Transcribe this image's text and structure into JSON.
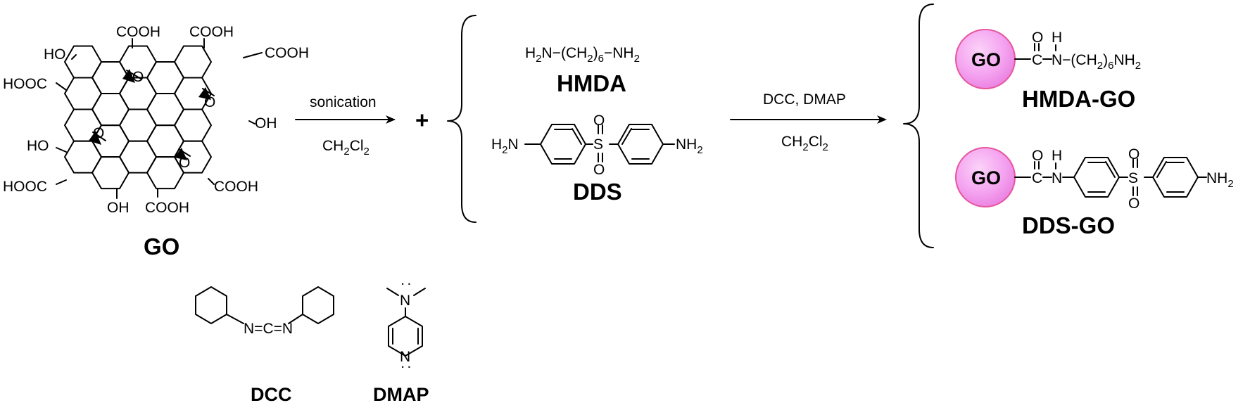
{
  "go": {
    "name": "GO",
    "groups": {
      "cooh_top_left": "COOH",
      "cooh_top_mid": "COOH",
      "cooh_top_right": "COOH",
      "oh_top": "HO",
      "hooc_left_upper": "HOOC",
      "oh_right": "OH",
      "ho_left": "HO",
      "hooc_left_lower": "HOOC",
      "cooh_bottom_right": "COOH",
      "oh_bottom": "OH",
      "cooh_bottom": "COOH",
      "epoxide_o": "O"
    }
  },
  "step1": {
    "above": "sonication",
    "below_main": "CH",
    "below_sub1": "2",
    "below_cl": "Cl",
    "below_sub2": "2"
  },
  "plus": "+",
  "hmda": {
    "name": "HMDA",
    "f_a": "H",
    "f_a_sub": "2",
    "f_b": "N−(CH",
    "f_b_sub": "2",
    "f_c": ")",
    "f_c_sub": "6",
    "f_d": "−NH",
    "f_d_sub": "2"
  },
  "dds": {
    "name": "DDS",
    "left_h": "H",
    "left_sub": "2",
    "left_n": "N",
    "s": "S",
    "o": "O",
    "right_nh": "NH",
    "right_sub": "2"
  },
  "step2": {
    "above": "DCC, DMAP",
    "below_main": "CH",
    "below_sub1": "2",
    "below_cl": "Cl",
    "below_sub2": "2"
  },
  "hmda_go": {
    "name": "HMDA-GO",
    "sphere": "GO",
    "c": "C",
    "o": "O",
    "h": "H",
    "n": "N−(CH",
    "n_sub": "2",
    "tail": ")",
    "tail_sub": "6",
    "tail_end": "NH",
    "tail_end_sub": "2"
  },
  "dds_go": {
    "name": "DDS-GO",
    "sphere": "GO",
    "c": "C",
    "o": "O",
    "h": "H",
    "n": "N",
    "s": "S",
    "nh": "NH",
    "nh_sub": "2"
  },
  "dcc": {
    "name": "DCC",
    "left_n": "N",
    "c": "C",
    "right_n": "N"
  },
  "dmap": {
    "name": "DMAP",
    "top_n": "N",
    "ring_n": "N",
    "lone_pair": ":"
  },
  "colors": {
    "sphere_fill": "#f4a3f0",
    "sphere_stroke": "#e6569c",
    "ink": "#000000"
  }
}
